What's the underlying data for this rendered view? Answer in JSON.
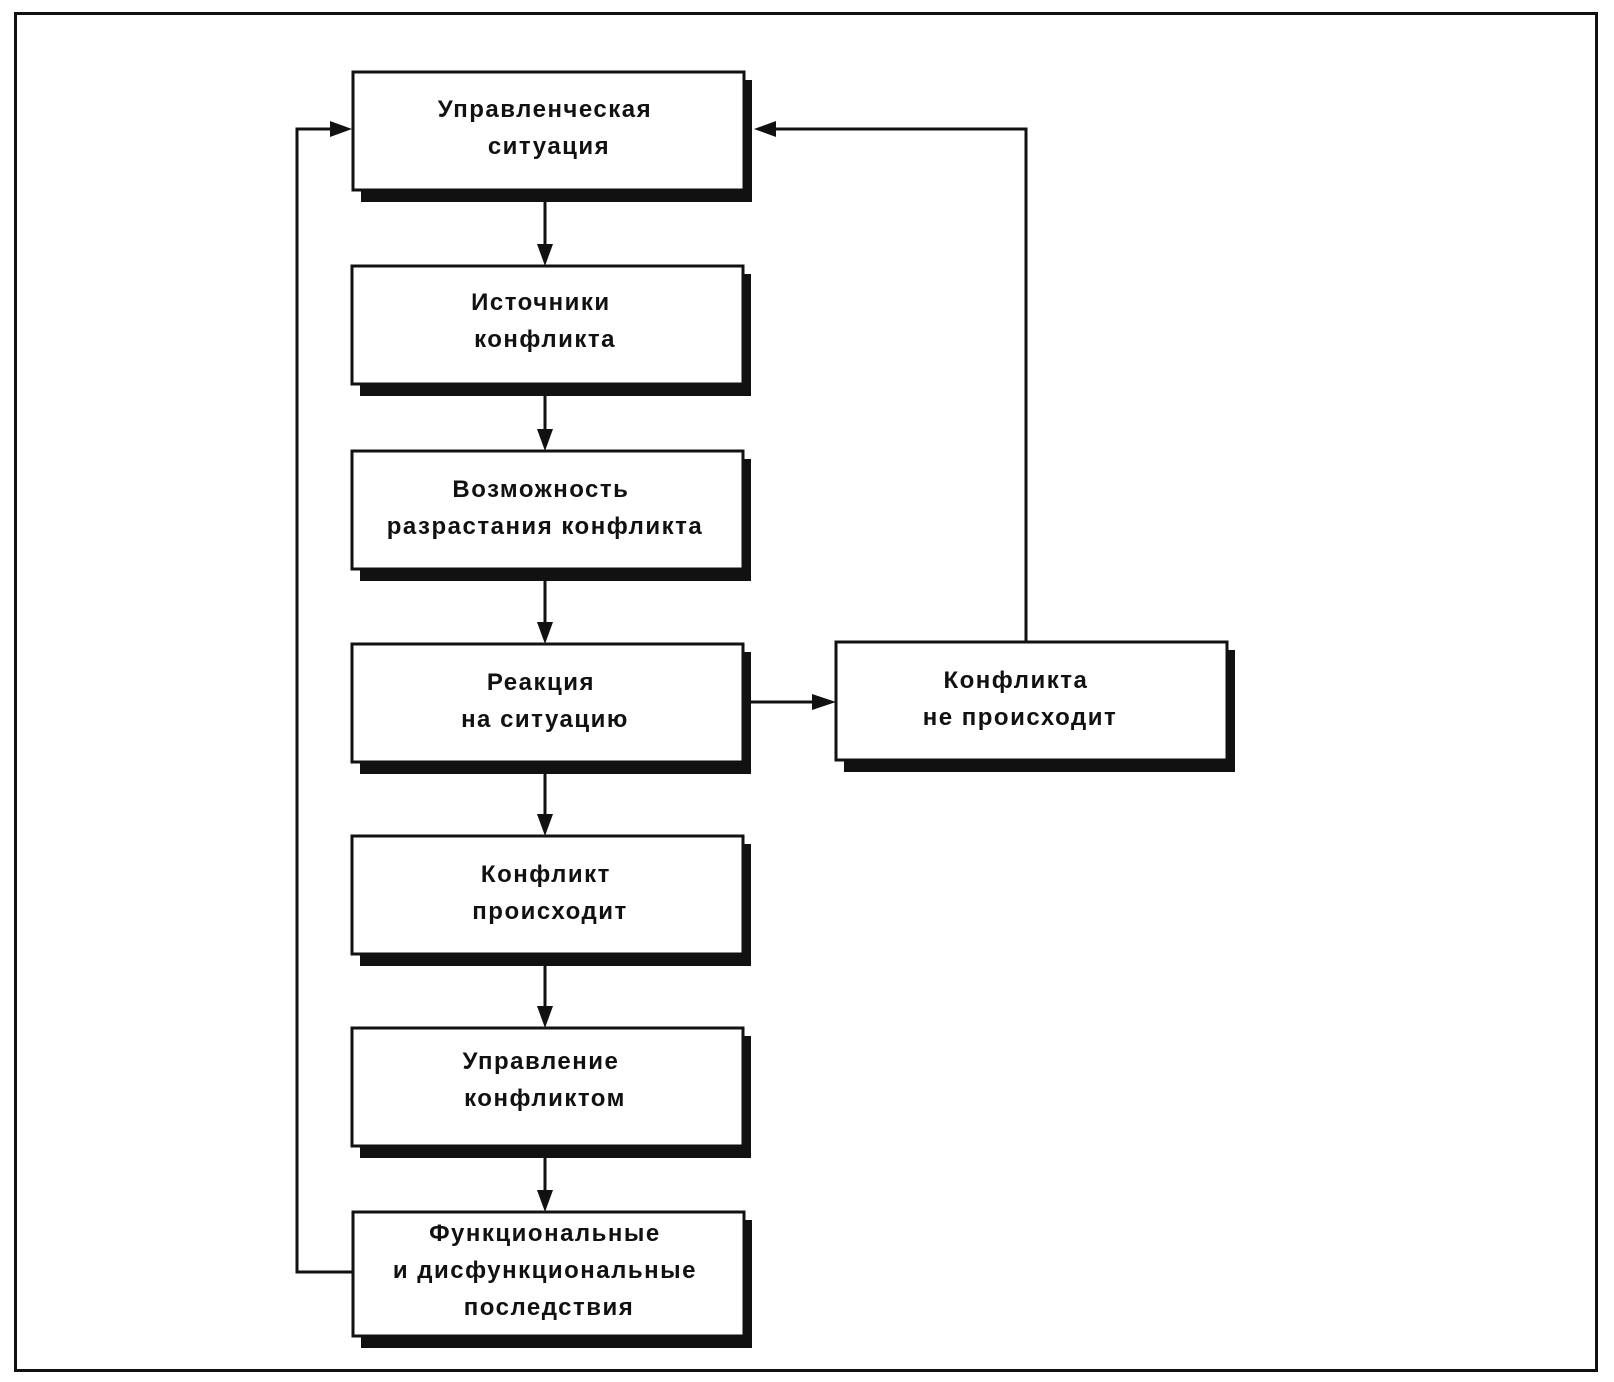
{
  "nodes": {
    "situation": [
      "Управленческая",
      "ситуация"
    ],
    "sources": [
      "Источники",
      "конфликта"
    ],
    "escalation": [
      "Возможность",
      "разрастания конфликта"
    ],
    "reaction": [
      "Реакция",
      "на ситуацию"
    ],
    "occurs": [
      "Конфликт",
      "происходит"
    ],
    "management": [
      "Управление",
      "конфликтом"
    ],
    "consequences": [
      "Функциональные",
      "и дисфункциональные",
      "последствия"
    ],
    "no_conflict": [
      "Конфликта",
      "не происходит"
    ]
  }
}
